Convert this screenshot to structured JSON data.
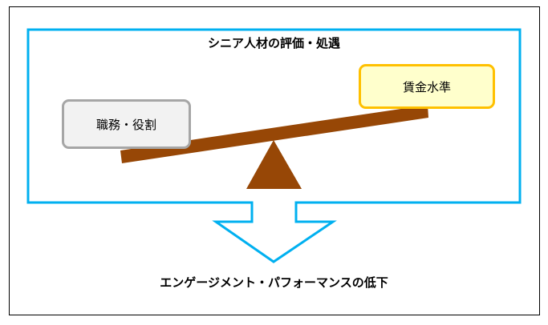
{
  "diagram": {
    "title": "シニア人材の評価・処遇",
    "left_box": "職務・役割",
    "right_box": "賃金水準",
    "result": "エンゲージメント・パフォーマンスの低下",
    "colors": {
      "frame": "#00b0f0",
      "beam": "#974706",
      "left_box_border": "#a6a6a6",
      "right_box_border": "#ffc000",
      "right_box_fill": "#ffffcc"
    }
  }
}
